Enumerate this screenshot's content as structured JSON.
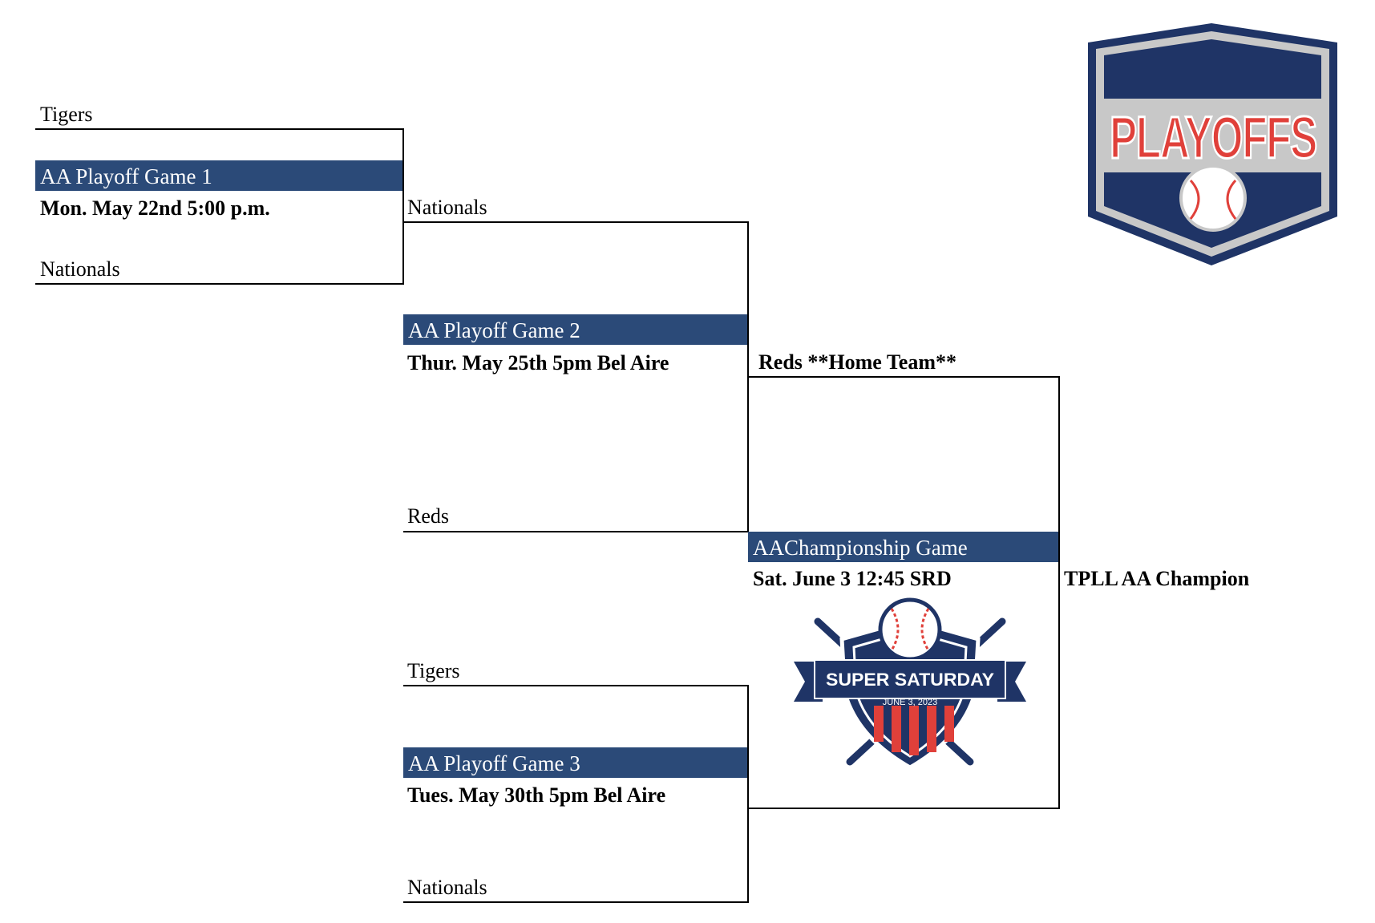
{
  "round1": {
    "game1": {
      "top_team": "Tigers",
      "bottom_team": "Nationals",
      "label": "AA Playoff Game 1",
      "time": "Mon. May 22nd 5:00 p.m."
    }
  },
  "round2": {
    "game2": {
      "top_team": "Nationals",
      "bottom_team": "Reds",
      "label": "AA Playoff Game 2",
      "time": "Thur. May 25th 5pm Bel Aire"
    },
    "game3": {
      "top_team": "Tigers",
      "bottom_team": "Nationals",
      "label": "AA Playoff Game 3",
      "time": "Tues. May 30th 5pm Bel Aire"
    }
  },
  "championship": {
    "top_team": "Reds **Home Team**",
    "label": "AAChampionship Game",
    "time": "Sat. June 3 12:45 SRD",
    "winner_label": "TPLL AA Champion"
  },
  "logos": {
    "playoffs": {
      "icon": "playoffs-shield-logo",
      "text": "PLAYOFFS"
    },
    "super_saturday": {
      "icon": "super-saturday-logo",
      "title": "SUPER SATURDAY",
      "date": "JUNE 3, 2023"
    }
  },
  "colors": {
    "banner": "#2b4a78",
    "navy": "#1f3466",
    "red": "#e0403a"
  }
}
